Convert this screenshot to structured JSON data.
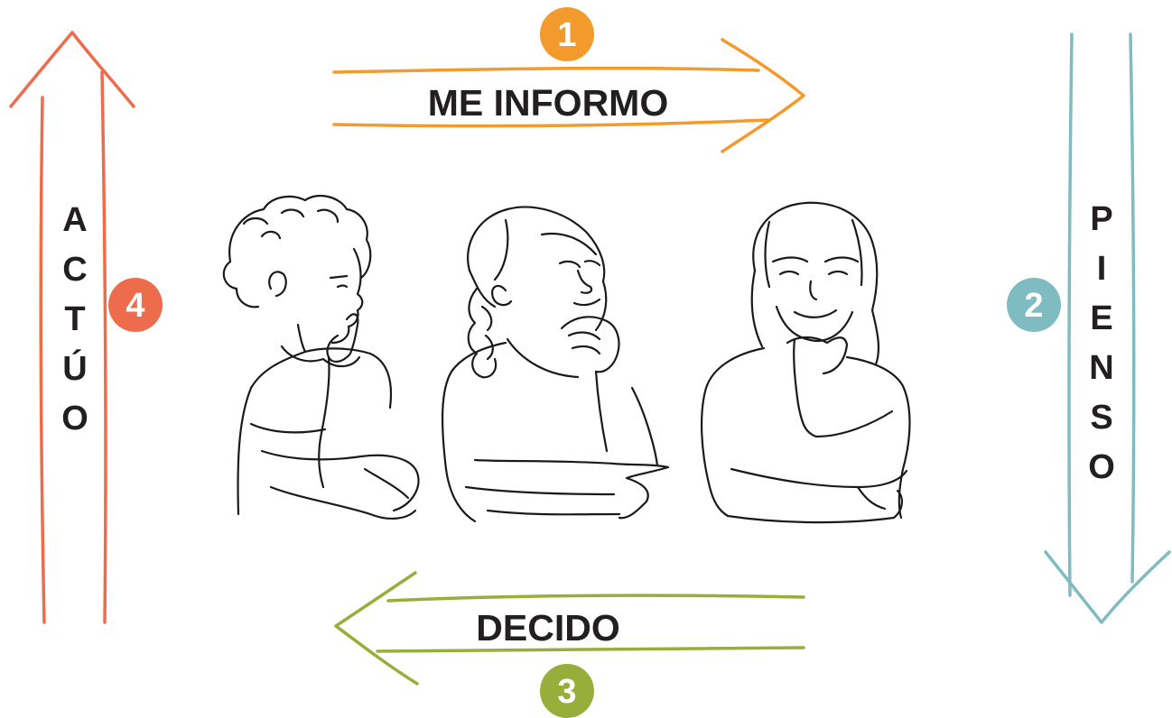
{
  "steps": [
    {
      "number": "1",
      "label": "ME INFORMO",
      "color": "#f39a2d"
    },
    {
      "number": "2",
      "label": "PIENSO",
      "color": "#7fbcc2"
    },
    {
      "number": "3",
      "label": "DECIDO",
      "color": "#97ae3a"
    },
    {
      "number": "4",
      "label": "ACTÚO",
      "color": "#ec6c4b"
    }
  ],
  "vertical_letters": {
    "pienso": [
      "P",
      "I",
      "E",
      "N",
      "S",
      "O"
    ],
    "actuo": [
      "A",
      "C",
      "T",
      "Ú",
      "O"
    ]
  },
  "illustration": {
    "figures": [
      "boy-thinking-icon",
      "girl-thinking-icon",
      "girl-smiling-icon"
    ]
  }
}
